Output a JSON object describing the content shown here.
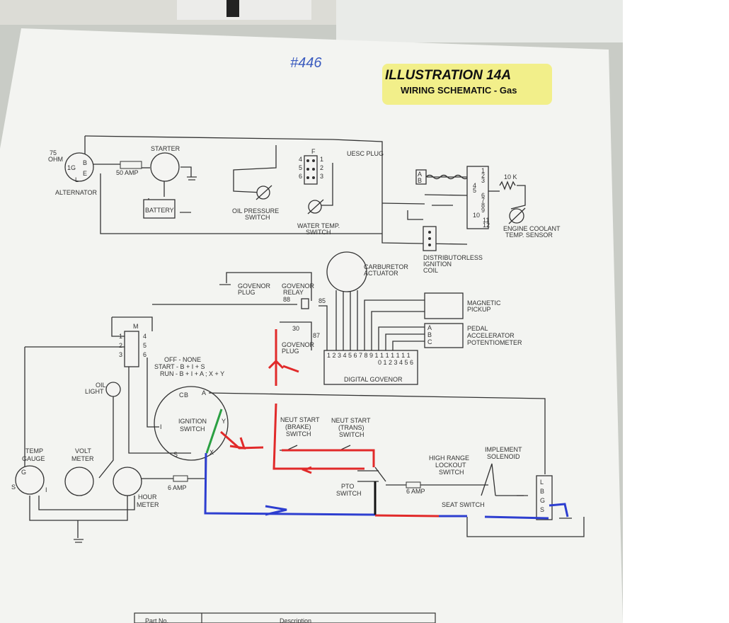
{
  "handwritten_note": "#446",
  "header": {
    "title": "ILLUSTRATION 14A",
    "subtitle": "WIRING SCHEMATIC - Gas"
  },
  "top": {
    "alternator_ohm_value": "75",
    "alternator_ohm_unit": "OHM",
    "alt_pins": [
      "1G",
      "B",
      "E",
      "L"
    ],
    "alternator": "ALTERNATOR",
    "starter": "STARTER",
    "fuse": "50 AMP",
    "battery": "BATTERY",
    "oil_pressure_1": "OIL PRESSURE",
    "oil_pressure_2": "SWITCH",
    "water_temp_1": "WATER TEMP.",
    "water_temp_2": "SWITCH",
    "connector_f": "F",
    "f_pins_left": [
      "4",
      "5",
      "6"
    ],
    "f_pins_right": [
      "1",
      "2",
      "3"
    ],
    "uesc_plug": "UESC PLUG",
    "ab": [
      "A",
      "B"
    ],
    "ten_k": "10 K",
    "ecu_pins": [
      "1",
      "2",
      "3",
      "4",
      "5",
      "6",
      "7",
      "8",
      "9",
      "10",
      "11",
      "12"
    ],
    "coolant_1": "ENGINE COOLANT",
    "coolant_2": "TEMP. SENSOR",
    "dist_1": "DISTRIBUTORLESS",
    "dist_2": "IGNITION",
    "dist_3": "COIL"
  },
  "bottom": {
    "carb_1": "CARBURETOR",
    "carb_2": "ACTUATOR",
    "gov_plug_1": "GOVENOR",
    "gov_plug_2": "PLUG",
    "gov_relay_1": "GOVENOR",
    "gov_relay_2": "RELAY",
    "relay_pins": [
      "88",
      "85",
      "30",
      "87"
    ],
    "gov_plug2_1": "GOVENOR",
    "gov_plug2_2": "PLUG",
    "mag_1": "MAGNETIC",
    "mag_2": "PICKUP",
    "pedal_1": "PEDAL",
    "pedal_2": "ACCELERATOR",
    "pedal_3": "POTENTIOMETER",
    "pedal_pins": [
      "A",
      "B",
      "C"
    ],
    "digital_governor": "DIGITAL GOVENOR",
    "gov_pins_top": "1 2 3 4 5 6 7 8 9 1 1 1 1 1 1 1",
    "gov_pins_bottom": "0 1 2 3 4 5 6",
    "m_connector": "M",
    "m_pins_left": [
      "1",
      "2",
      "3"
    ],
    "m_pins_right": [
      "4",
      "5",
      "6"
    ],
    "legend_1": "OFF  -  NONE",
    "legend_2": "START  -  B + I + S",
    "legend_3": "RUN  -  B + I + A ; X + Y",
    "oil_light_1": "OIL",
    "oil_light_2": "LIGHT",
    "ign_1": "IGNITION",
    "ign_2": "SWITCH",
    "ign_pins": [
      "C",
      "B",
      "A",
      "I",
      "Y",
      "X",
      "S"
    ],
    "neut_brake_1": "NEUT START",
    "neut_brake_2": "(BRAKE)",
    "neut_brake_3": "SWITCH",
    "neut_trans_1": "NEUT START",
    "neut_trans_2": "(TRANS)",
    "neut_trans_3": "SWITCH",
    "temp_gauge_1": "TEMP",
    "temp_gauge_2": "GAUGE",
    "volt_meter_1": "VOLT",
    "volt_meter_2": "METER",
    "hour_meter_1": "HOUR",
    "hour_meter_2": "METER",
    "gauge_pins": [
      "G",
      "S",
      "I"
    ],
    "fuse_6amp": "6 AMP",
    "pto_1": "PTO",
    "pto_2": "SWITCH",
    "high_range_1": "HIGH RANGE",
    "high_range_2": "LOCKOUT",
    "high_range_3": "SWITCH",
    "implement_1": "IMPLEMENT",
    "implement_2": "SOLENOID",
    "seat_switch": "SEAT SWITCH",
    "lbgs": [
      "L",
      "B",
      "G",
      "S"
    ]
  },
  "table_fragment": {
    "col1": "Part No.",
    "col2": "Description"
  }
}
